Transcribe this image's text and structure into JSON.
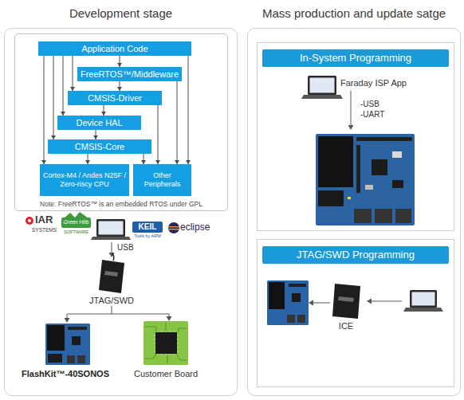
{
  "diagram": {
    "nodes": [
      {
        "text": [
          "Development stage"
        ]
      },
      {
        "text": [
          "Note: FreeRTOS™ is an embedded RTOS under GPL"
        ],
        "in": 0
      },
      {
        "text": [
          "Application Code"
        ],
        "in": 1
      },
      {
        "text": [
          "FreeRTOS™/Middleware"
        ],
        "in": 1
      },
      {
        "text": [
          "CMSIS-Driver"
        ],
        "in": 1
      },
      {
        "text": [
          "Device HAL"
        ],
        "in": 1
      },
      {
        "text": [
          "CMSIS-Core"
        ],
        "in": 1
      },
      {
        "text": [
          "Cortex-M4 / Andes N25F / Zero-riscy CPU"
        ],
        "in": 1
      },
      {
        "text": [
          "Other Peripherals"
        ],
        "in": 1
      },
      {
        "text": [
          "Mass production and update satge"
        ]
      },
      {
        "text": [
          "In-System Programming"
        ],
        "in": 9
      },
      {
        "text": [
          "JTAG/SWD Programming"
        ],
        "in": 9
      }
    ],
    "edges": [
      {
        "from": 2,
        "to": 3,
        "arrow": "to"
      },
      {
        "from": 2,
        "to": 4,
        "arrow": "to"
      },
      {
        "from": 2,
        "to": 5,
        "arrow": "to"
      },
      {
        "from": 2,
        "to": 6,
        "arrow": "to"
      },
      {
        "from": 2,
        "to": 7,
        "arrow": "to"
      },
      {
        "from": 2,
        "to": 8,
        "arrow": "to"
      },
      {
        "from": 3,
        "to": 4,
        "arrow": "to"
      },
      {
        "from": 3,
        "to": 8,
        "arrow": "to"
      },
      {
        "from": 4,
        "to": 5,
        "arrow": "to"
      },
      {
        "from": 4,
        "to": 8,
        "arrow": "to"
      },
      {
        "from": 5,
        "to": 6,
        "arrow": "to"
      },
      {
        "from": 6,
        "to": 7,
        "arrow": "to"
      },
      {
        "from": 6,
        "to": 8,
        "arrow": "to"
      }
    ],
    "labels": [
      "IAR",
      "SYSTEMS",
      "Green Hills",
      "SOFTWARE",
      "KEIL",
      "Tools by ARM",
      "eclipse",
      "USB",
      "JTAG/SWD",
      "FlashKit™-40SONOS",
      "Customer Board",
      "Faraday ISP App",
      "-USB",
      "-UART",
      "ICE"
    ]
  }
}
